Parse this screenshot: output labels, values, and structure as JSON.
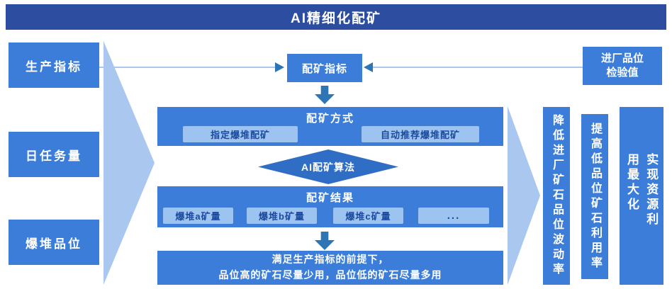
{
  "header": {
    "title": "AI精细化配矿"
  },
  "left_inputs": [
    {
      "label": "生产指标"
    },
    {
      "label": "日任务量"
    },
    {
      "label": "爆堆品位"
    }
  ],
  "blend_target": {
    "label": "配矿指标"
  },
  "incoming_grade": {
    "label": "进厂品位\n检验值"
  },
  "blend_method": {
    "title": "配矿方式",
    "options": [
      {
        "label": "指定爆堆配矿"
      },
      {
        "label": "自动推荐爆堆配矿"
      }
    ]
  },
  "algorithm": {
    "label": "AI配矿算法"
  },
  "blend_result": {
    "title": "配矿结果",
    "items": [
      {
        "label": "爆堆a矿量"
      },
      {
        "label": "爆堆b矿量"
      },
      {
        "label": "爆堆c矿量"
      },
      {
        "label": "..."
      }
    ]
  },
  "goal": {
    "line1": "满足生产指标的前提下，",
    "line2": "品位高的矿石尽量少用，品位低的矿石尽量多用"
  },
  "outcomes": [
    {
      "label": "降低进厂矿石品位波动率"
    },
    {
      "label": "提高低品位矿石利用率"
    },
    {
      "label": "实现资源利用最大化"
    }
  ],
  "colors": {
    "header_bg": "#2c4da0",
    "box_bg": "#3b7dd8",
    "subbox_bg": "#9dc3f0",
    "subbox_text": "#1b4a9e",
    "triangle": "#a9c7ef",
    "diamond": "#2f6ec4",
    "arrow": "#2e75b6",
    "line": "#a9c7ef"
  }
}
